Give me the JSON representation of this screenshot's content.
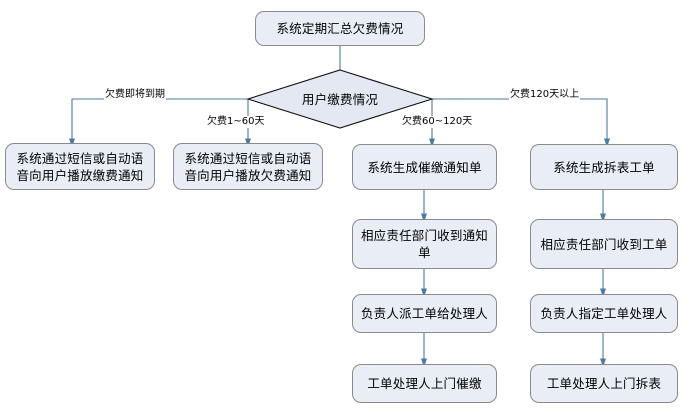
{
  "diagram": {
    "title_node": {
      "id": "n-start",
      "label": "系统定期汇总欠费情况"
    },
    "decision": {
      "id": "n-decision",
      "label": "用户缴费情况"
    },
    "branch_labels": [
      {
        "id": "edge-label-expiring",
        "text": "欠费即将到期"
      },
      {
        "id": "edge-label-1-60",
        "text": "欠费1~60天"
      },
      {
        "id": "edge-label-60-120",
        "text": "欠费60~120天"
      },
      {
        "id": "edge-label-over-120",
        "text": "欠费120天以上"
      }
    ],
    "columns": [
      {
        "id": "col-1",
        "nodes": [
          {
            "id": "n-c1-r1",
            "label": "系统通过短信或自动语音向用户播放缴费通知"
          }
        ]
      },
      {
        "id": "col-2",
        "nodes": [
          {
            "id": "n-c2-r1",
            "label": "系统通过短信或自动语音向用户播放欠费通知"
          }
        ]
      },
      {
        "id": "col-3",
        "nodes": [
          {
            "id": "n-c3-r1",
            "label": "系统生成催缴通知单"
          },
          {
            "id": "n-c3-r2",
            "label": "相应责任部门收到通知单"
          },
          {
            "id": "n-c3-r3",
            "label": "负责人派工单给处理人"
          },
          {
            "id": "n-c3-r4",
            "label": "工单处理人上门催缴"
          }
        ]
      },
      {
        "id": "col-4",
        "nodes": [
          {
            "id": "n-c4-r1",
            "label": "系统生成拆表工单"
          },
          {
            "id": "n-c4-r2",
            "label": "相应责任部门收到工单"
          },
          {
            "id": "n-c4-r3",
            "label": "负责人指定工单处理人"
          },
          {
            "id": "n-c4-r4",
            "label": "工单处理人上门拆表"
          }
        ]
      }
    ],
    "colors": {
      "node_fill": "#e9edf6",
      "node_border": "#8a8a8a",
      "connector": "#4a7aa7",
      "diamond_fill": "#e3e8f3",
      "diamond_border": "#1a1a1a",
      "background": "#ffffff",
      "text": "#000000"
    }
  }
}
